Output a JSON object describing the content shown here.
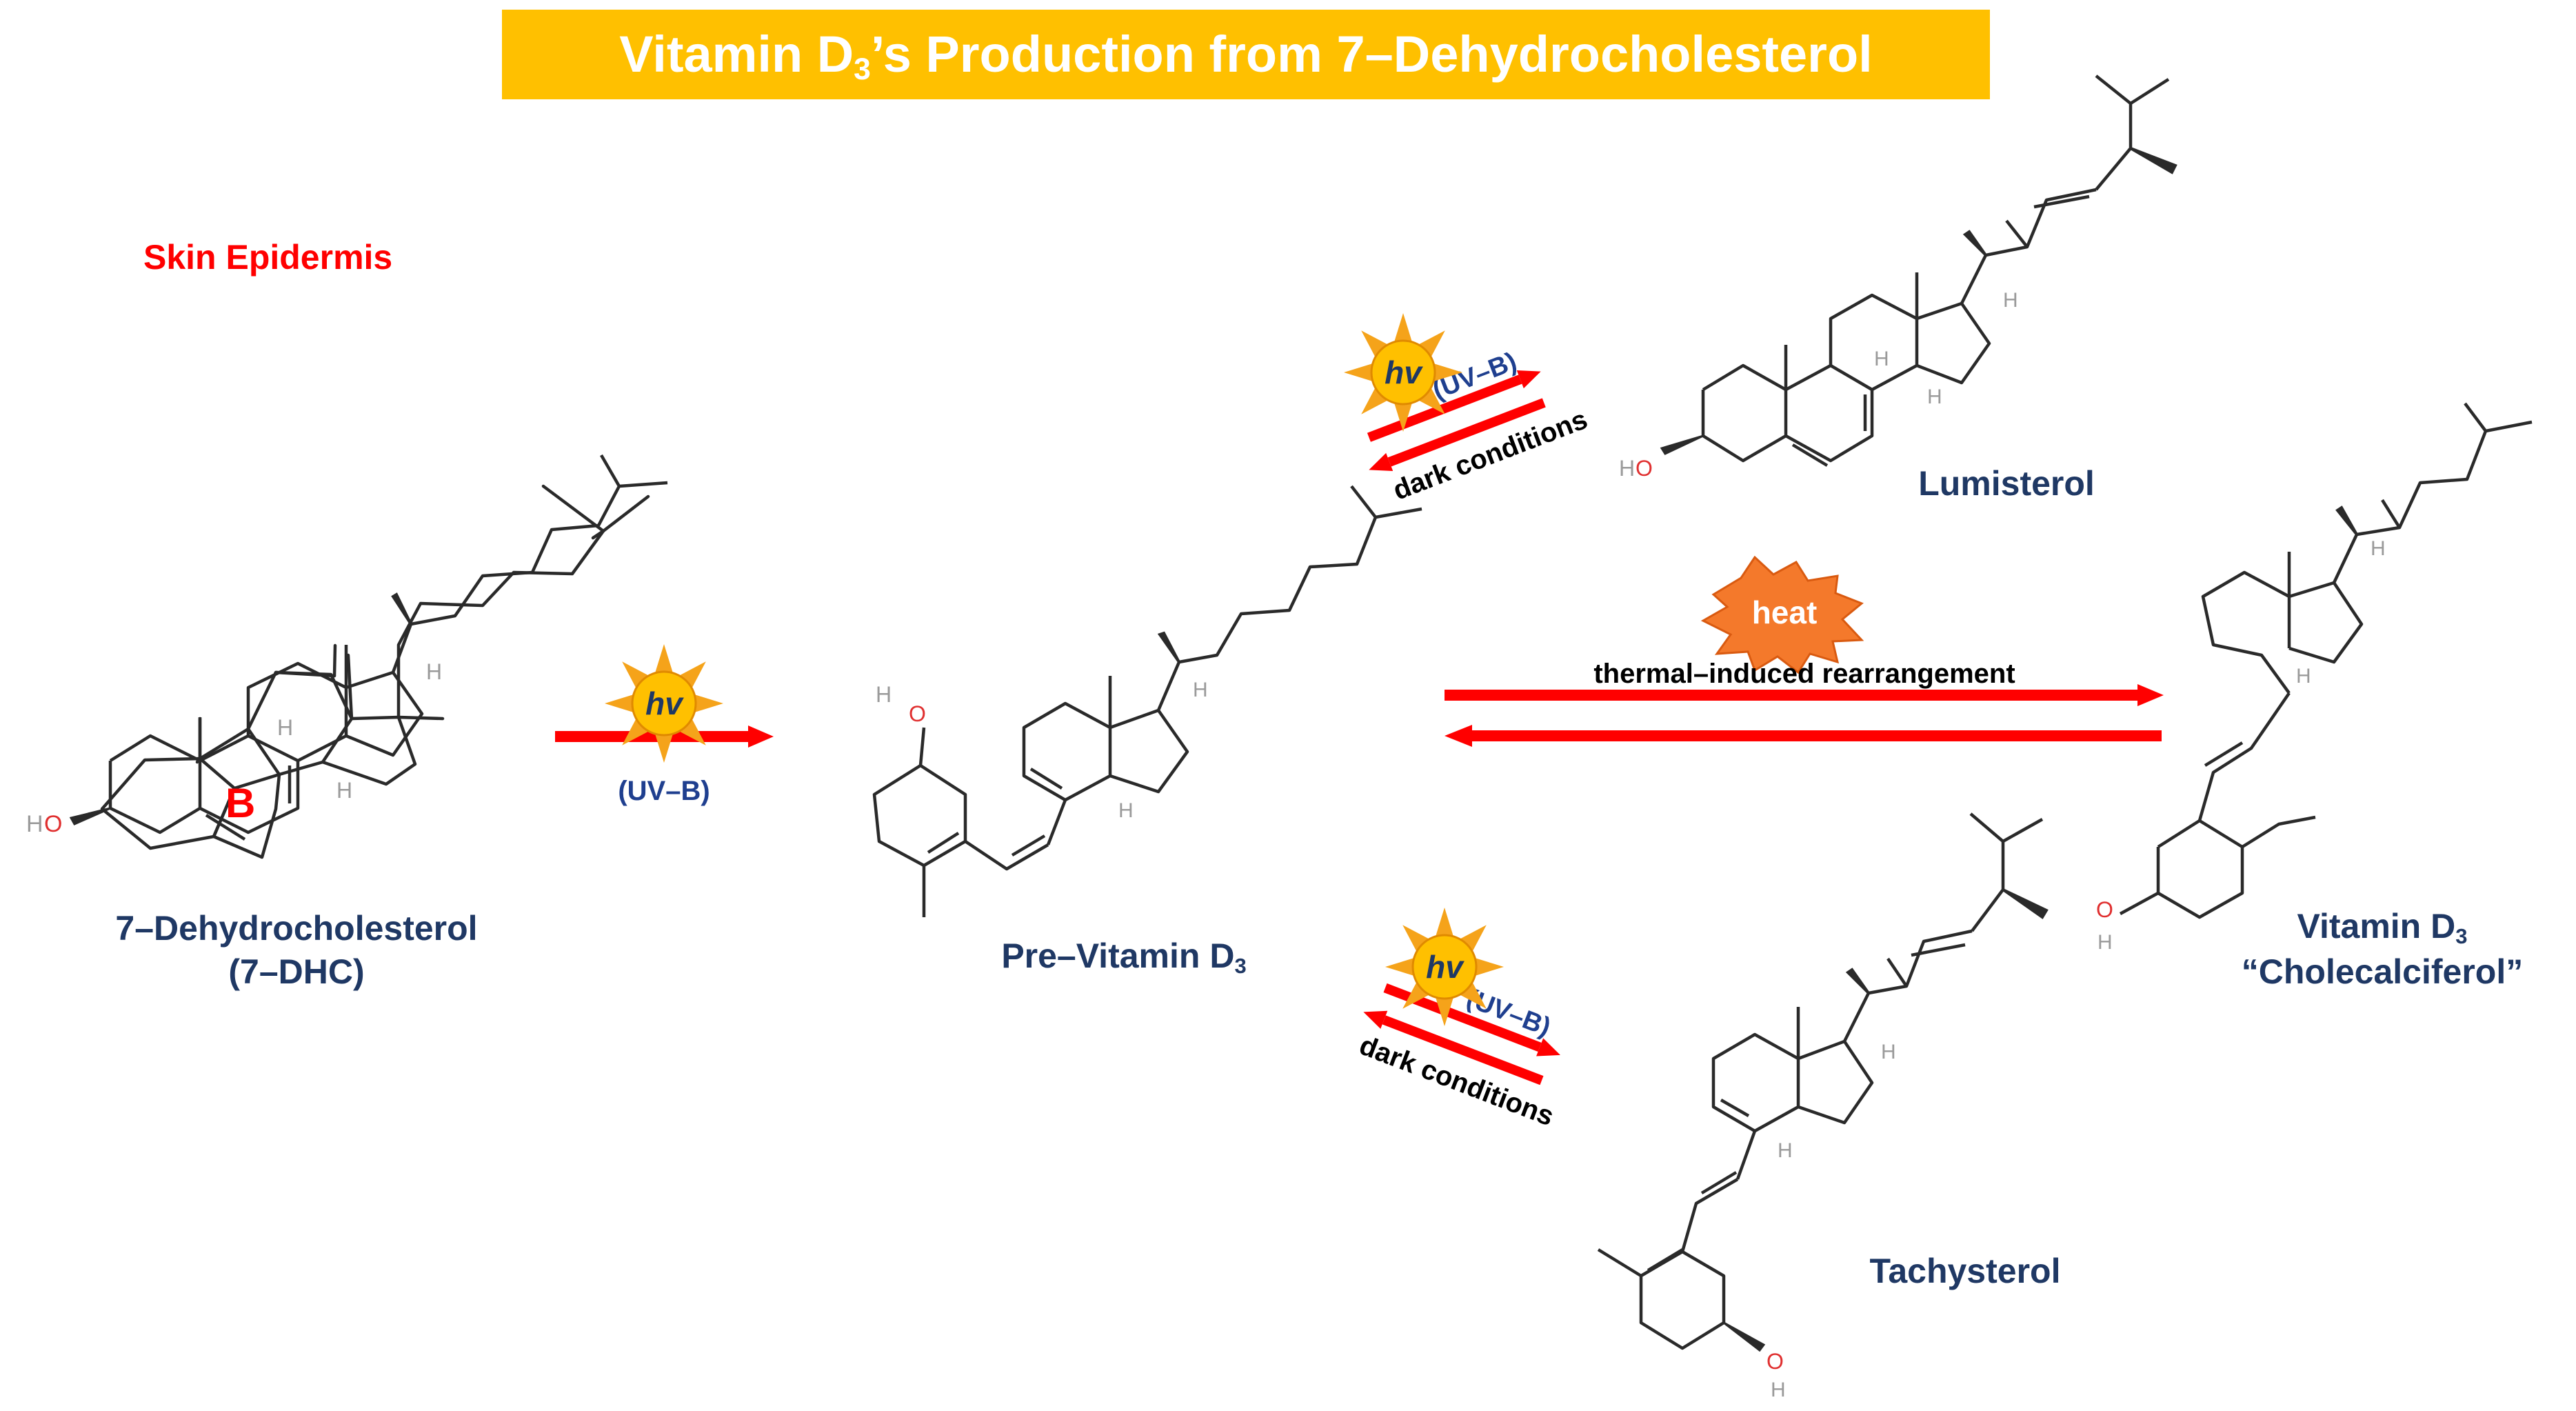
{
  "title": {
    "main": "Vitamin D",
    "sub": "3",
    "rest": "’s Production from 7–Dehydrocholesterol"
  },
  "location": "Skin Epidermis",
  "ring_label": "B",
  "compounds": {
    "dhc": {
      "line1": "7–Dehydrocholesterol",
      "line2": "(7–DHC)"
    },
    "previtamin": {
      "main": "Pre–Vitamin D",
      "sub": "3"
    },
    "lumisterol": {
      "name": "Lumisterol"
    },
    "tachysterol": {
      "name": "Tachysterol"
    },
    "vitamin": {
      "main": "Vitamin D",
      "sub": "3",
      "line2": "“Cholecalciferol”"
    }
  },
  "reactions": {
    "photo1": {
      "hv": "hv",
      "uv": "(UV–B)"
    },
    "lumi": {
      "hv": "hv",
      "uv": "(UV–B)",
      "dark": "dark conditions"
    },
    "tachy": {
      "hv": "hv",
      "uv": "(UV–B)",
      "dark": "dark conditions"
    },
    "thermal": {
      "heat": "heat",
      "label": "thermal–induced rearrangement"
    }
  },
  "atoms": {
    "hydroxyl": "HO",
    "hydroxyl_o": "O",
    "hydrogen": "H"
  },
  "colors": {
    "title_bg": "#FFC000",
    "arrow": "#FF0000",
    "label": "#1F3864",
    "uv_label": "#1F3F8F",
    "sun": "#FFC000",
    "sun_ray": "#F5A31A",
    "heat": "#F4792B",
    "bond": "#2a2a2a",
    "oxygen": "#E03030"
  }
}
